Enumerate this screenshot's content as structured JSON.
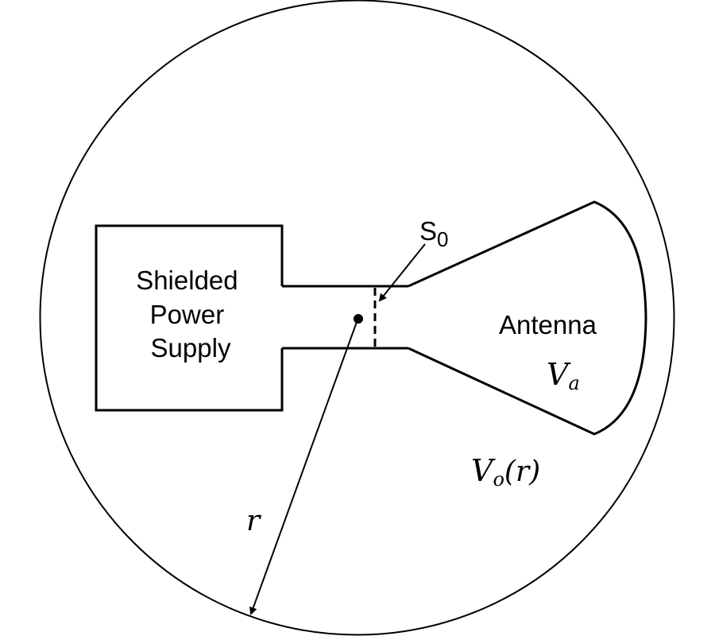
{
  "diagram": {
    "title": "Shielded power supply feeding an antenna inside a spherical volume",
    "power_supply": {
      "label_lines": [
        "Shielded",
        "Power",
        "Supply"
      ]
    },
    "surface": {
      "label_main": "S",
      "label_sub": "0"
    },
    "antenna": {
      "label": "Antenna",
      "volume_symbol": "V",
      "volume_subscript": "a"
    },
    "outer_volume": {
      "symbol": "V",
      "subscript": "o",
      "argument": "(r)"
    },
    "radius": {
      "label": "r"
    },
    "colors": {
      "stroke": "#000000",
      "background": "#ffffff"
    }
  }
}
